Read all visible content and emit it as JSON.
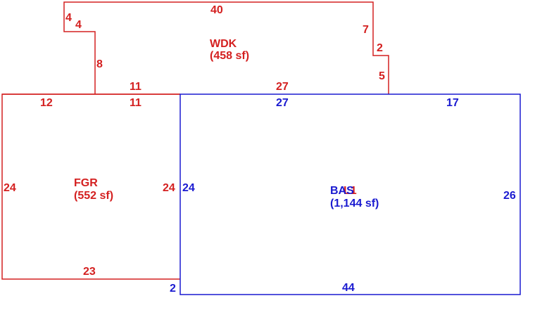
{
  "colors": {
    "red": "#d42020",
    "blue": "#1a1ad0",
    "background": "#ffffff"
  },
  "areas": {
    "wdk": {
      "code": "WDK",
      "area": "(458 sf)"
    },
    "fgr": {
      "code": "FGR",
      "area": "(552 sf)"
    },
    "bas": {
      "code": "BAS",
      "code_overlap": "L1",
      "area": "(1,144 sf)"
    }
  },
  "dimensions": {
    "wdk": {
      "top": "40",
      "left_a": "4",
      "left_b": "4",
      "left_c": "8",
      "bottom": "11",
      "bottom_right": "27",
      "right_a": "7",
      "right_b": "2",
      "right_c": "5"
    },
    "fgr": {
      "top_left": "12",
      "top_right": "11",
      "left": "24",
      "right": "24",
      "bottom": "23"
    },
    "bas": {
      "top_left": "27",
      "top_right": "17",
      "left": "24",
      "right": "26",
      "bottom": "44",
      "left_jog": "2"
    }
  }
}
